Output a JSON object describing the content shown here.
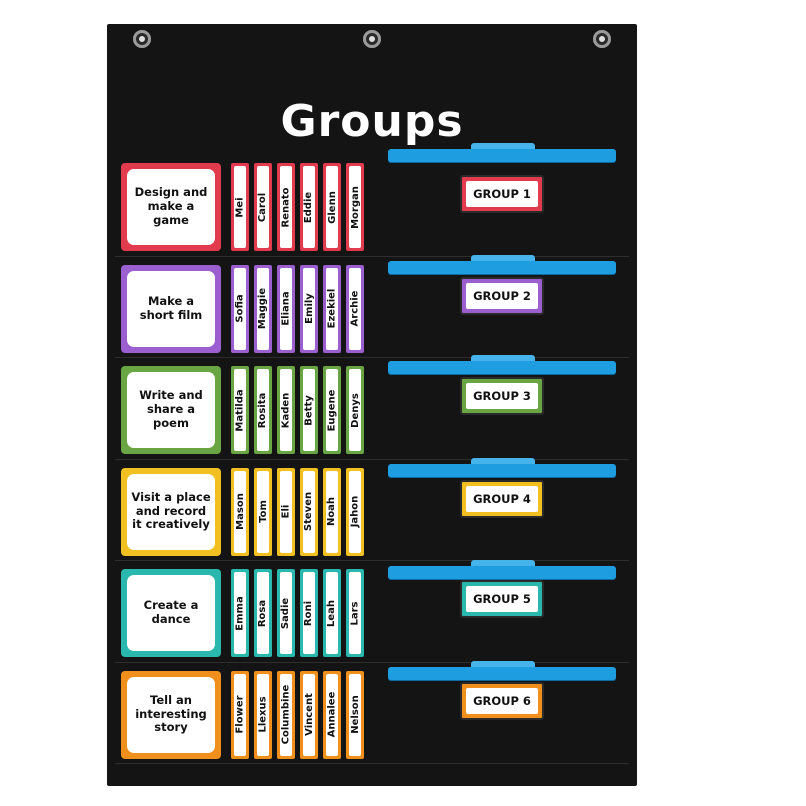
{
  "title": "Groups",
  "colors": {
    "background": "#141414",
    "tab_blue": "#1e9ee0",
    "row_colors": [
      "#e23b4e",
      "#9b5fd0",
      "#6aa543",
      "#f2c121",
      "#2ab7ad",
      "#f08f1c"
    ]
  },
  "rows": [
    {
      "task": "Design and make a game",
      "names": [
        "Mei",
        "Carol",
        "Renato",
        "Eddie",
        "Glenn",
        "Morgan"
      ],
      "group": "GROUP 1"
    },
    {
      "task": "Make a short film",
      "names": [
        "Sofia",
        "Maggie",
        "Eliana",
        "Emily",
        "Ezekiel",
        "Archie"
      ],
      "group": "GROUP 2"
    },
    {
      "task": "Write and share a poem",
      "names": [
        "Matilda",
        "Rosita",
        "Kaden",
        "Betty",
        "Eugene",
        "Denys"
      ],
      "group": "GROUP 3"
    },
    {
      "task": "Visit a place and record it creatively",
      "names": [
        "Mason",
        "Tom",
        "Eli",
        "Steven",
        "Noah",
        "Jahon"
      ],
      "group": "GROUP 4"
    },
    {
      "task": "Create a dance",
      "names": [
        "Emma",
        "Rosa",
        "Sadie",
        "Roni",
        "Leah",
        "Lars"
      ],
      "group": "GROUP 5"
    },
    {
      "task": "Tell an interesting story",
      "names": [
        "Flower",
        "Llexus",
        "Columbine",
        "Vincent",
        "Annalee",
        "Nelson"
      ],
      "group": "GROUP 6"
    }
  ]
}
